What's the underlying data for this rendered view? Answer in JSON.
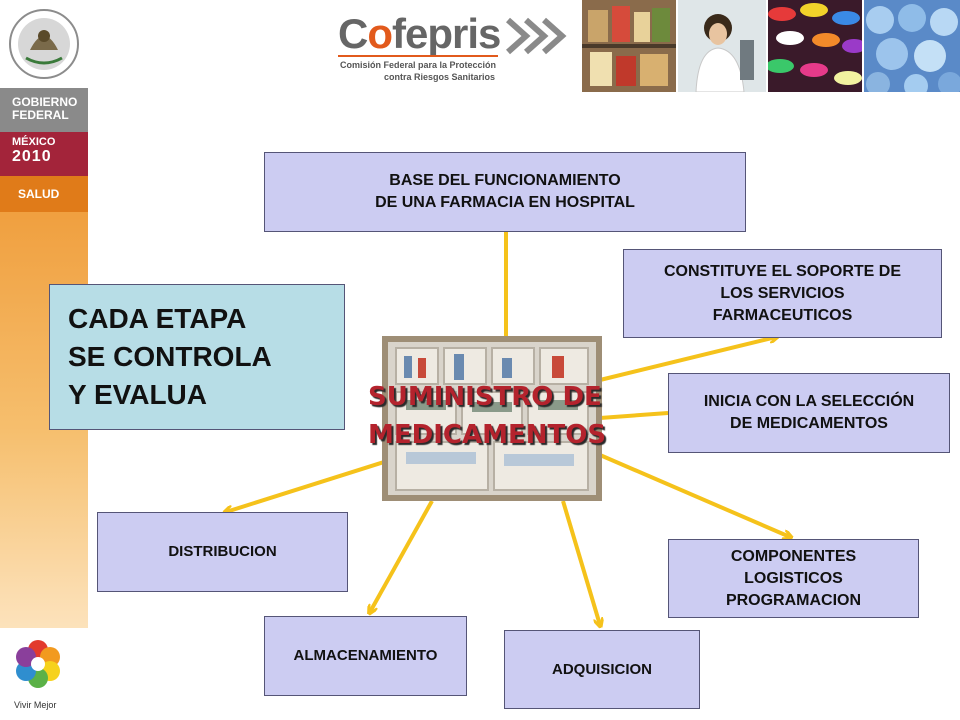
{
  "sidebar": {
    "gobierno": "GOBIERNO\nFEDERAL",
    "mexico": "MÉXICO",
    "year": "2010",
    "salud": "SALUD",
    "vivir": "Vivir Mejor"
  },
  "header": {
    "brand_prefix": "C",
    "brand_o": "o",
    "brand_suffix": "fepris",
    "subtitle_line1": "Comisión Federal para la Protección",
    "subtitle_line2": "contra Riesgos Sanitarios"
  },
  "diagram": {
    "center_title": "SUMINISTRO DE\n  MEDICAMENTOS",
    "base": "BASE DEL FUNCIONAMIENTO\nDE UNA FARMACIA EN HOSPITAL",
    "constituye": "CONSTITUYE EL SOPORTE DE\nLOS SERVICIOS\nFARMACEUTICOS",
    "inicia": "INICIA CON LA SELECCIÓN\nDE MEDICAMENTOS",
    "componentes": "COMPONENTES\nLOGISTICOS\nPROGRAMACION",
    "adquisicion": "ADQUISICION",
    "almacenamiento": "ALMACENAMIENTO",
    "distribucion": "DISTRIBUCION",
    "cada_etapa": "CADA ETAPA\nSE CONTROLA\nY  EVALUA"
  },
  "colors": {
    "box_fill": "#ccccf2",
    "note_fill": "#b7dde6",
    "arrow": "#f5c21b",
    "title_red": "#b4232d",
    "brand_orange": "#e25a1c"
  }
}
